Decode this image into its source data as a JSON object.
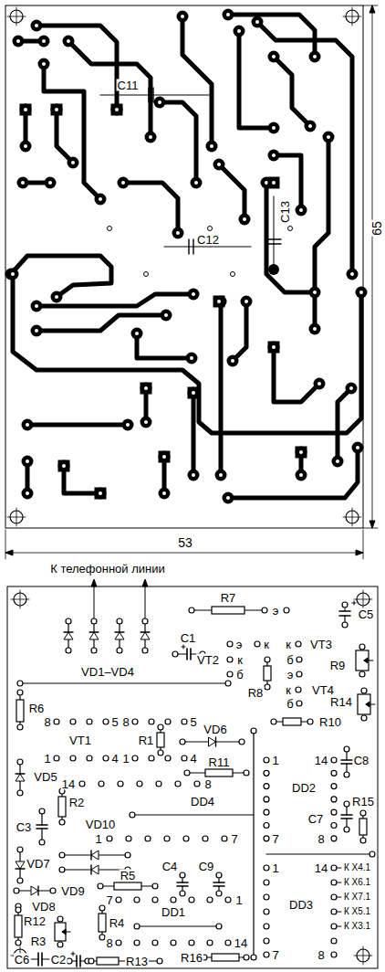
{
  "diagram": {
    "labels": [
      "C11",
      "C12",
      "C13",
      "65",
      "53",
      "К телефонной линии",
      "R7",
      "э",
      "C5",
      "C1",
      "э",
      "к",
      "к",
      "VT3",
      "VT2",
      "к",
      "б",
      "R9",
      "VD1–VD4",
      "б",
      "э",
      "R8",
      "к",
      "VT4",
      "б",
      "R14",
      "R6",
      "R10",
      "8",
      "5",
      "8",
      "5",
      "VD6",
      "VT1",
      "R1",
      "1",
      "4",
      "1",
      "4",
      "1",
      "14",
      "C8",
      "R11",
      "VD5",
      "14",
      "8",
      "DD2",
      "DD4",
      "R15",
      "R2",
      "C7",
      "VD10",
      "C3",
      "7",
      "8",
      "1",
      "7",
      "VD7",
      "C4",
      "C9",
      "1",
      "14",
      "К Х4.1",
      "R5",
      "К Х6.1",
      "VD9",
      "К Х7.1",
      "7",
      "1",
      "DD3",
      "VD8",
      "К Х5.1",
      "DD1",
      "R12",
      "R4",
      "К Х3.1",
      "R3",
      "8",
      "14",
      "7",
      "8",
      "R16",
      "C6",
      "C2",
      "R13"
    ]
  }
}
